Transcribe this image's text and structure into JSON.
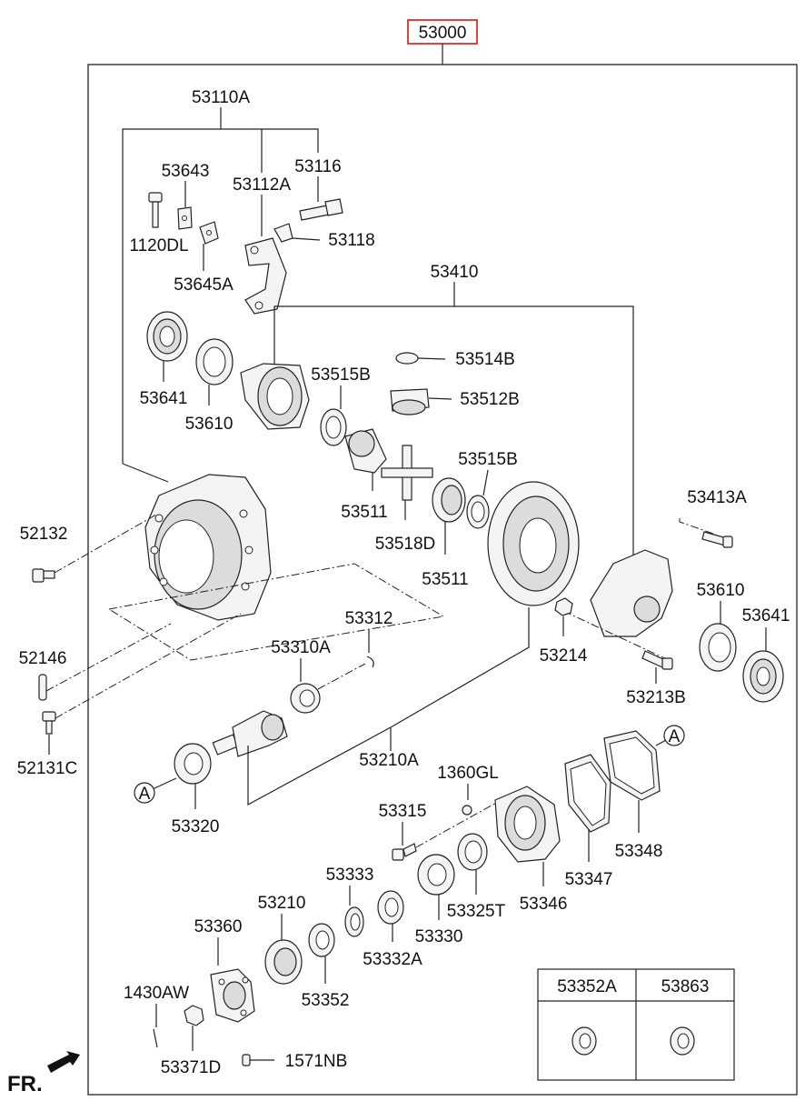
{
  "assembly": {
    "main_number": "53000",
    "direction_label": "FR.",
    "ref_marker": "A"
  },
  "parts": {
    "p53110A": "53110A",
    "p53643": "53643",
    "p53112A": "53112A",
    "p53116": "53116",
    "p1120DL": "1120DL",
    "p53118": "53118",
    "p53645A": "53645A",
    "p53410": "53410",
    "p53514B": "53514B",
    "p53515B_top": "53515B",
    "p53512B": "53512B",
    "p53641_left": "53641",
    "p53610_left": "53610",
    "p53515B_mid": "53515B",
    "p53511_left": "53511",
    "p53518D": "53518D",
    "p53511_right": "53511",
    "p52132": "52132",
    "p53413A": "53413A",
    "p53610_right": "53610",
    "p53641_right": "53641",
    "p53214": "53214",
    "p53213B": "53213B",
    "p53312": "53312",
    "p53310A": "53310A",
    "p52146": "52146",
    "p52131C": "52131C",
    "p53210A": "53210A",
    "p1360GL": "1360GL",
    "p53320": "53320",
    "p53315": "53315",
    "p53348": "53348",
    "p53347": "53347",
    "p53333": "53333",
    "p53325T": "53325T",
    "p53346": "53346",
    "p53210": "53210",
    "p53330": "53330",
    "p53332A": "53332A",
    "p53360": "53360",
    "p53352": "53352",
    "p1430AW": "1430AW",
    "p53371D": "53371D",
    "p1571NB": "1571NB"
  },
  "table": {
    "col1": "53352A",
    "col2": "53863"
  }
}
